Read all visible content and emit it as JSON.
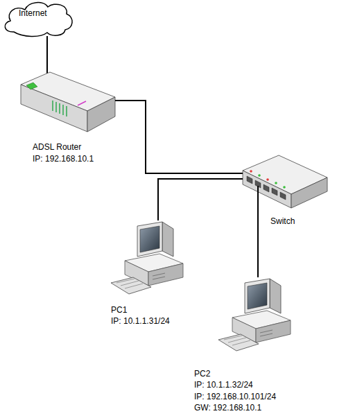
{
  "diagram": {
    "nodes": [
      {
        "text": [
          "Internet"
        ]
      },
      {
        "text": [
          "ADSL Router",
          "IP: 192.168.10.1"
        ]
      },
      {
        "text": [
          "Switch"
        ]
      },
      {
        "text": [
          "PC1",
          "IP: 10.1.1.31/24"
        ]
      },
      {
        "text": [
          "PC2",
          "IP: 10.1.1.32/24",
          "IP: 192.168.10.101/24",
          "GW: 192.168.10.1"
        ]
      }
    ],
    "edges": [
      {
        "from": 0,
        "to": 1,
        "arrow": "none"
      },
      {
        "from": 1,
        "to": 2,
        "arrow": "none"
      },
      {
        "from": 2,
        "to": 3,
        "arrow": "none"
      },
      {
        "from": 2,
        "to": 4,
        "arrow": "none"
      }
    ]
  }
}
